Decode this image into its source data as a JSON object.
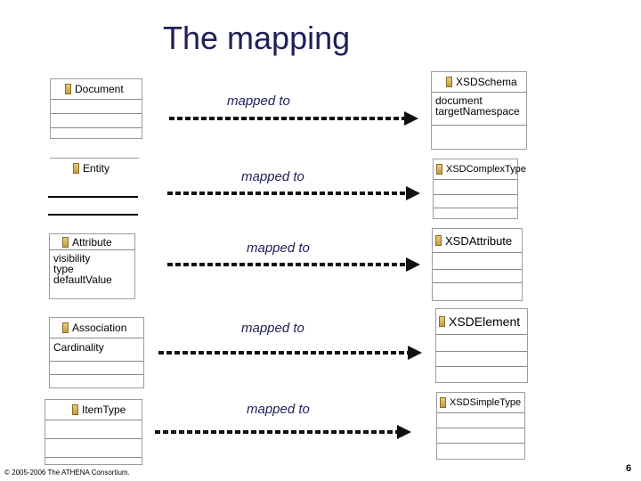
{
  "title": "The mapping",
  "mapping_label": "mapped to",
  "source_classes": {
    "document": {
      "name": "Document"
    },
    "entity": {
      "name": "Entity"
    },
    "attribute": {
      "name": "Attribute",
      "attrs": [
        "visibility",
        "type",
        "defaultValue"
      ]
    },
    "association": {
      "name": "Association",
      "attrs": [
        "Cardinality"
      ]
    },
    "item_type": {
      "name": "ItemType"
    }
  },
  "target_classes": {
    "xsd_schema": {
      "name": "XSDSchema",
      "attrs": [
        "document",
        "targetNamespace"
      ]
    },
    "xsd_complex_type": {
      "name": "XSDComplexType"
    },
    "xsd_attribute": {
      "name": "XSDAttribute"
    },
    "xsd_element": {
      "name": "XSDElement"
    },
    "xsd_simple_type": {
      "name": "XSDSimpleType"
    }
  },
  "mappings": [
    {
      "label": "mapped to",
      "from": "Document",
      "to": "XSDSchema"
    },
    {
      "label": "mapped to",
      "from": "Entity",
      "to": "XSDComplexType"
    },
    {
      "label": "mapped to",
      "from": "Attribute",
      "to": "XSDAttribute"
    },
    {
      "label": "mapped to",
      "from": "Association",
      "to": "XSDElement"
    },
    {
      "label": "mapped to",
      "from": "ItemType",
      "to": "XSDSimpleType"
    }
  ],
  "footer": "© 2005-2006 The ATHENA Consortium.",
  "page_number": "6"
}
